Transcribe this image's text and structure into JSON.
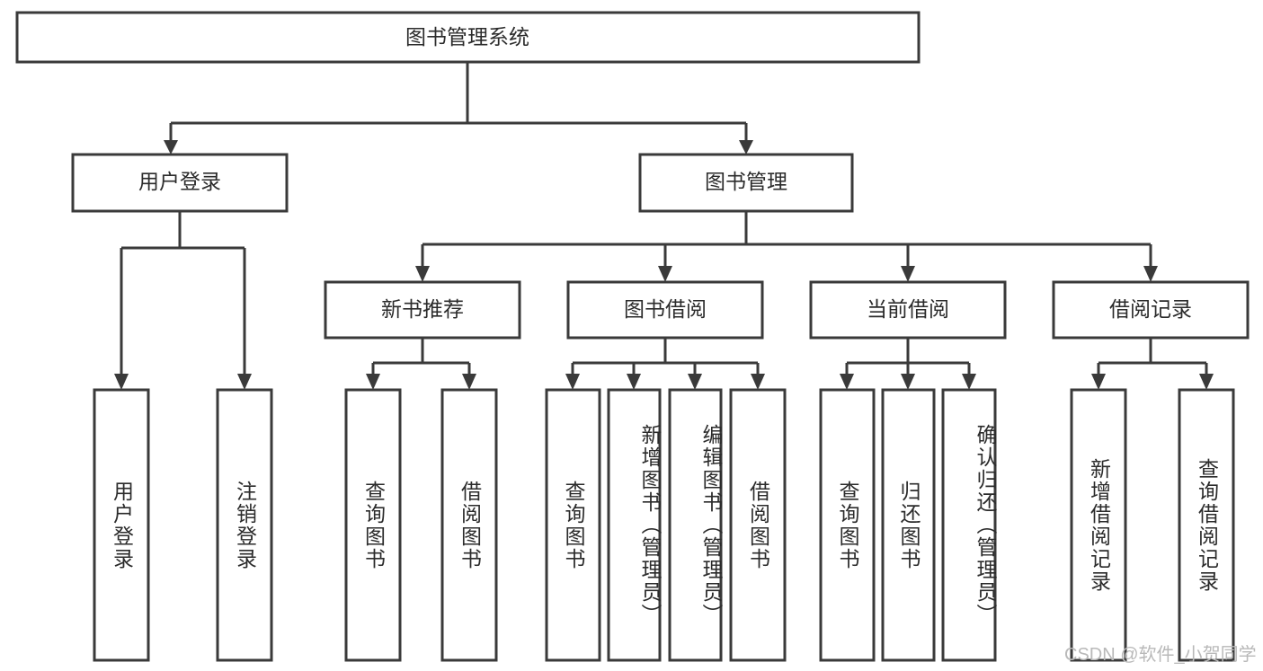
{
  "diagram": {
    "title": "图书管理系统",
    "type": "tree",
    "watermark": "CSDN @软件_小贺同学",
    "colors": {
      "box_stroke": "#3a3a3a",
      "box_fill": "#ffffff",
      "text": "#2b2b2b",
      "watermark": "#b9b9b9",
      "background": "#ffffff"
    },
    "levels": {
      "level1": [
        {
          "label": "图书管理系统"
        }
      ],
      "level2": [
        {
          "label": "用户登录"
        },
        {
          "label": "图书管理"
        }
      ],
      "level3": [
        {
          "label": "新书推荐"
        },
        {
          "label": "图书借阅"
        },
        {
          "label": "当前借阅"
        },
        {
          "label": "借阅记录"
        }
      ],
      "level4": [
        {
          "label": "用户登录",
          "parent": "用户登录"
        },
        {
          "label": "注销登录",
          "parent": "用户登录"
        },
        {
          "label": "查询图书",
          "parent": "新书推荐"
        },
        {
          "label": "借阅图书",
          "parent": "新书推荐"
        },
        {
          "label": "查询图书",
          "parent": "图书借阅"
        },
        {
          "label": "新增图书（管理员）",
          "parent": "图书借阅"
        },
        {
          "label": "编辑图书（管理员）",
          "parent": "图书借阅"
        },
        {
          "label": "借阅图书",
          "parent": "图书借阅"
        },
        {
          "label": "查询图书",
          "parent": "当前借阅"
        },
        {
          "label": "归还图书",
          "parent": "当前借阅"
        },
        {
          "label": "确认归还（管理员）",
          "parent": "当前借阅"
        },
        {
          "label": "新增借阅记录",
          "parent": "借阅记录"
        },
        {
          "label": "查询借阅记录",
          "parent": "借阅记录"
        }
      ]
    }
  }
}
